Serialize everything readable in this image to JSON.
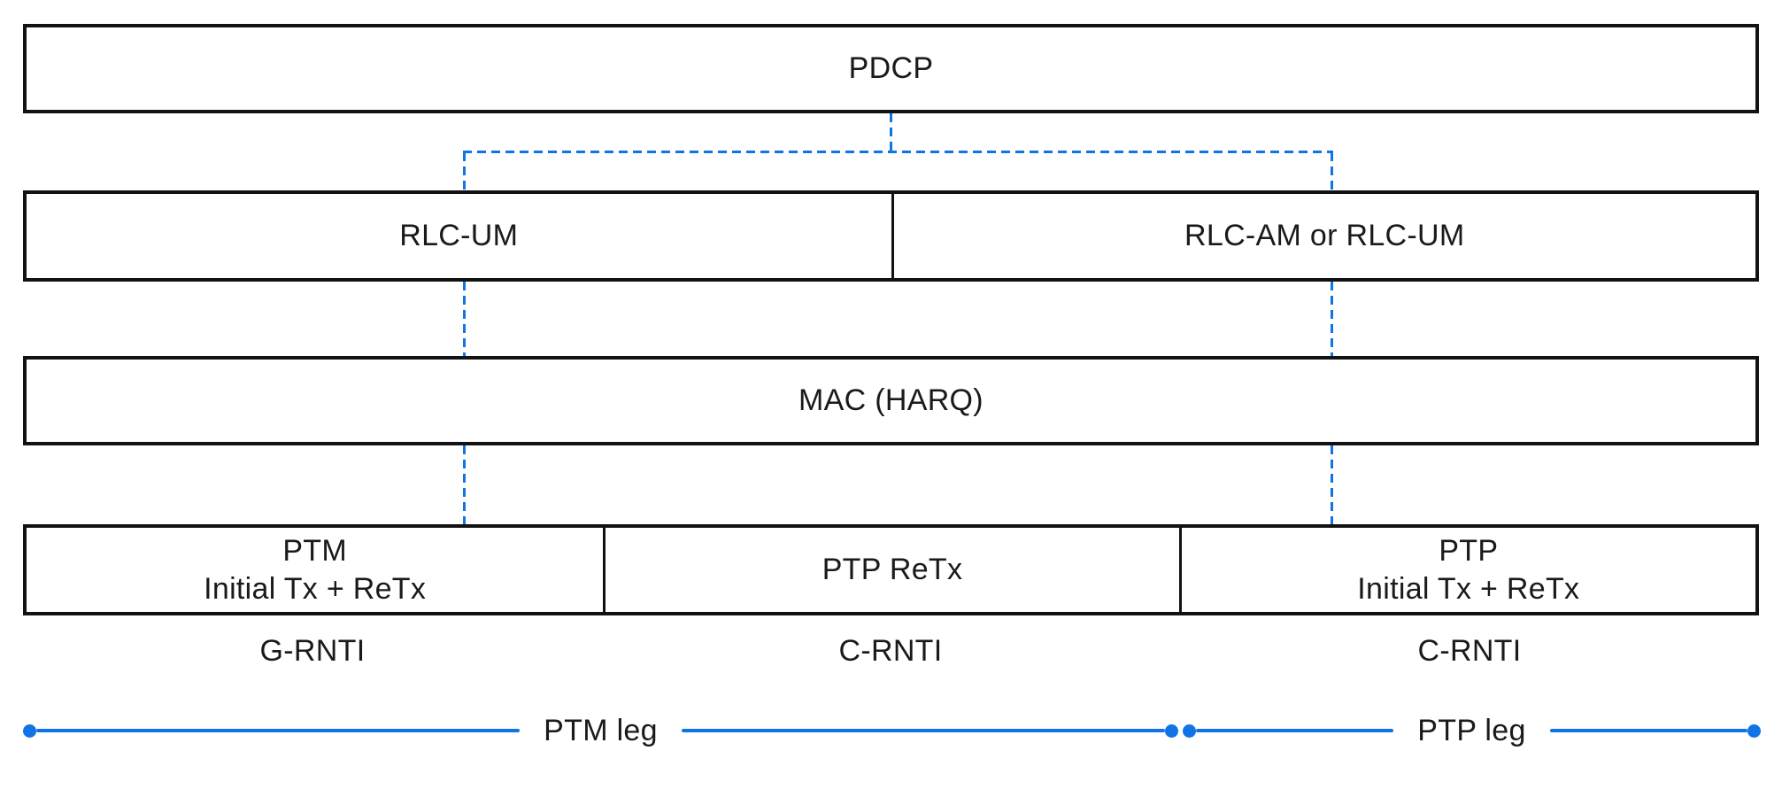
{
  "boxes": {
    "pdcp": "PDCP",
    "rlc_um": "RLC-UM",
    "rlc_am_or_um": "RLC-AM or RLC-UM",
    "mac": "MAC (HARQ)",
    "ptm_initial": {
      "line1": "PTM",
      "line2": "Initial Tx + ReTx"
    },
    "ptp_retx": "PTP ReTx",
    "ptp_initial": {
      "line1": "PTP",
      "line2": "Initial Tx + ReTx"
    }
  },
  "rnti_labels": {
    "left": "G-RNTI",
    "middle": "C-RNTI",
    "right": "C-RNTI"
  },
  "legs": {
    "ptm": "PTM leg",
    "ptp": "PTP leg"
  },
  "colors": {
    "accent_blue": "#1174E6",
    "line_black": "#121212",
    "text": "#1A1A1A",
    "background": "#FFFFFF"
  }
}
